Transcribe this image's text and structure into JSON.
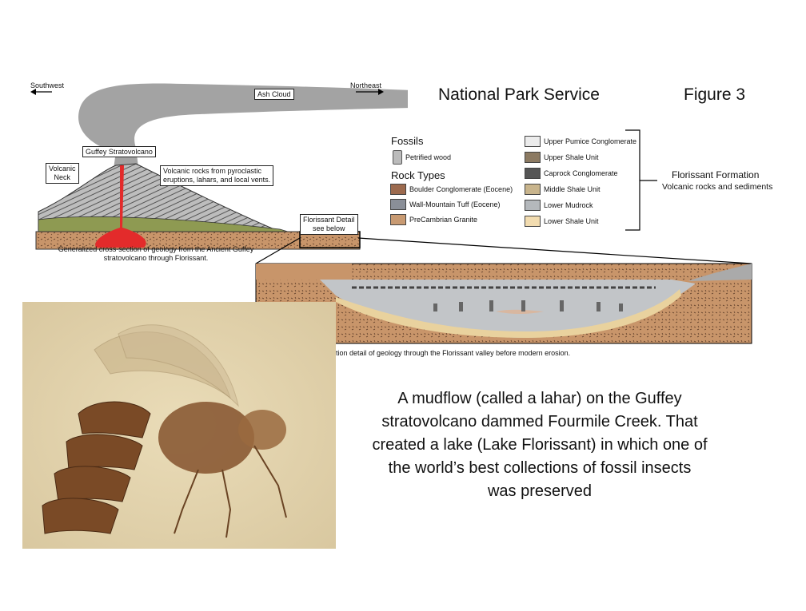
{
  "header": {
    "title": "National Park Service",
    "figure": "Figure 3"
  },
  "cross_section": {
    "southwest": "Southwest",
    "northeast": "Northeast",
    "ash_cloud": "Ash Cloud",
    "volcano_label": "Guffey Stratovolcano",
    "neck_label_1": "Volcanic",
    "neck_label_2": "Neck",
    "volcanic_rocks_label_1": "Volcanic rocks from pyroclastic",
    "volcanic_rocks_label_2": "eruptions, lahars, and local vents.",
    "detail_label_1": "Florissant Detail",
    "detail_label_2": "see below",
    "caption_1": "Generalized cross-section of geology from the Ancient Guffey",
    "caption_2": "stratovolcano through Florissant.",
    "detail_caption": "tion detail of geology through the Florissant valley before modern erosion."
  },
  "legend": {
    "fossils_title": "Fossils",
    "petrified_wood": "Petrified wood",
    "rock_types_title": "Rock Types",
    "rock_types": [
      {
        "label": "Boulder Conglomerate (Eocene)",
        "color": "#9c6a4e"
      },
      {
        "label": "Wall-Mountain Tuff (Eocene)",
        "color": "#8a8f98"
      },
      {
        "label": "PreCambrian Granite",
        "color": "#c89a72"
      }
    ],
    "formation_units": [
      {
        "label": "Upper Pumice Conglomerate",
        "color": "#ececec"
      },
      {
        "label": "Upper Shale Unit",
        "color": "#8c7a62"
      },
      {
        "label": "Caprock Conglomerate",
        "color": "#555555"
      },
      {
        "label": "Middle Shale Unit",
        "color": "#c8b48c"
      },
      {
        "label": "Lower Mudrock",
        "color": "#b4b8bc"
      },
      {
        "label": "Lower Shale Unit",
        "color": "#f2dcb0"
      }
    ],
    "formation_title": "Florissant Formation",
    "formation_sub": "Volcanic rocks and sediments"
  },
  "caption": {
    "lines": [
      "A mudflow (called a lahar) on the Guffey",
      "stratovolcano dammed Fourmile Creek. That",
      "created a lake (Lake Florissant) in which one of",
      "the world’s best collections of fossil insects",
      "was preserved"
    ]
  }
}
